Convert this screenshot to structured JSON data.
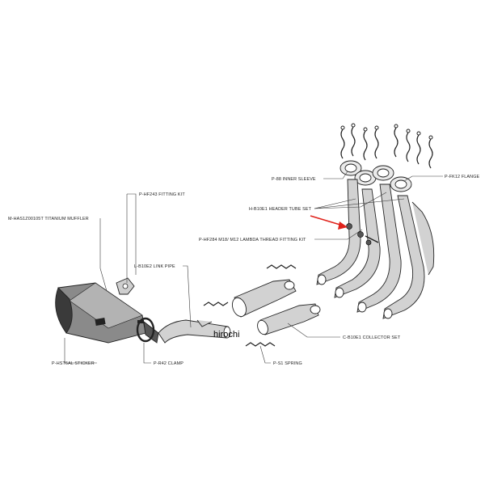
{
  "diagram": {
    "labels": {
      "inner_sleeve": "P-88 INNER SLEEVE",
      "flange": "P-FK12 FLANGE",
      "header_tube_set": "H-B10E1 HEADER TUBE SET",
      "lambda_fitting_kit": "P-HF284 M18/ M12 LAMBDA THREAD FITTING KIT",
      "fitting_kit": "P-HF243 FITTING KIT",
      "titanium_muffler": "M-HAS1Z00105T TITANIUM MUFFLER",
      "link_pipe": "L-B10E2 LINK PIPE",
      "collector_set": "C-B10E1 COLLECTOR SET",
      "sticker": "P-HST6AL STICKER",
      "clamp": "P-R42 CLAMP",
      "spring": "P-S1 SPRING"
    },
    "watermark": "hirochi",
    "colors": {
      "line": "#222222",
      "pipe_fill": "#d2d2d2",
      "muffler_fill": "#8a8a8a",
      "arrow": "#e0231c"
    },
    "icons": {
      "pointer_arrow": "red-arrow-icon"
    }
  }
}
